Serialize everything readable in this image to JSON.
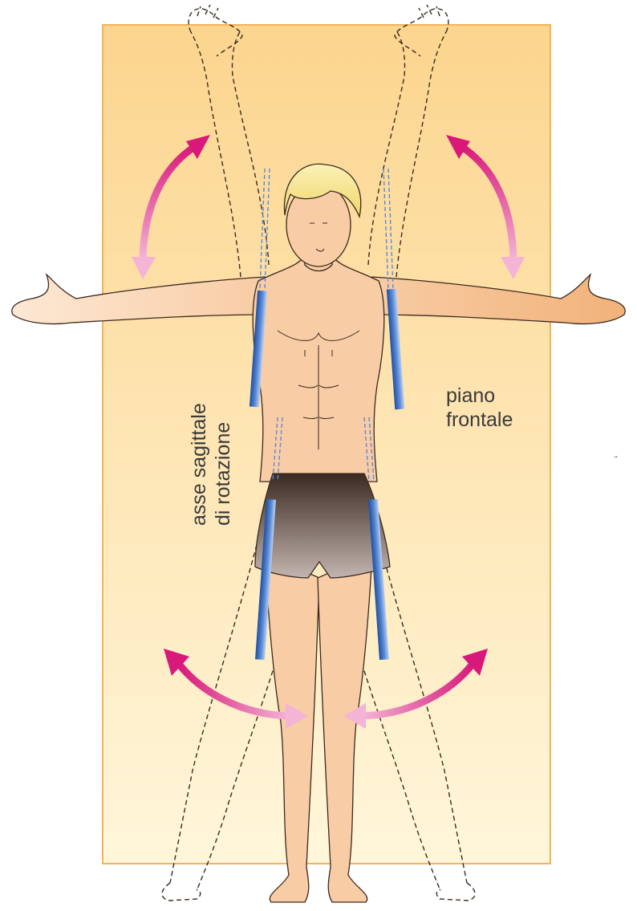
{
  "plane_label": {
    "line1": "piano",
    "line2": "frontale"
  },
  "axis_label": {
    "line1": "asse sagittale",
    "line2": "di rotazione"
  },
  "stray_mark": "\"",
  "colors": {
    "plane_top": "#fcd58e",
    "plane_bottom": "#fff5d6",
    "plane_border": "#f2b45a",
    "skin": "#f8cca4",
    "skin_line": "#3b2a20",
    "hair": "#f5e18a",
    "shorts_top": "#3b2a22",
    "shorts_bottom": "#b9a8a2",
    "axis_blue": "#2b5fae",
    "axis_light": "#9fc0ee",
    "arrow_magenta": "#d8197a",
    "arrow_pink": "#f4b9d8"
  }
}
